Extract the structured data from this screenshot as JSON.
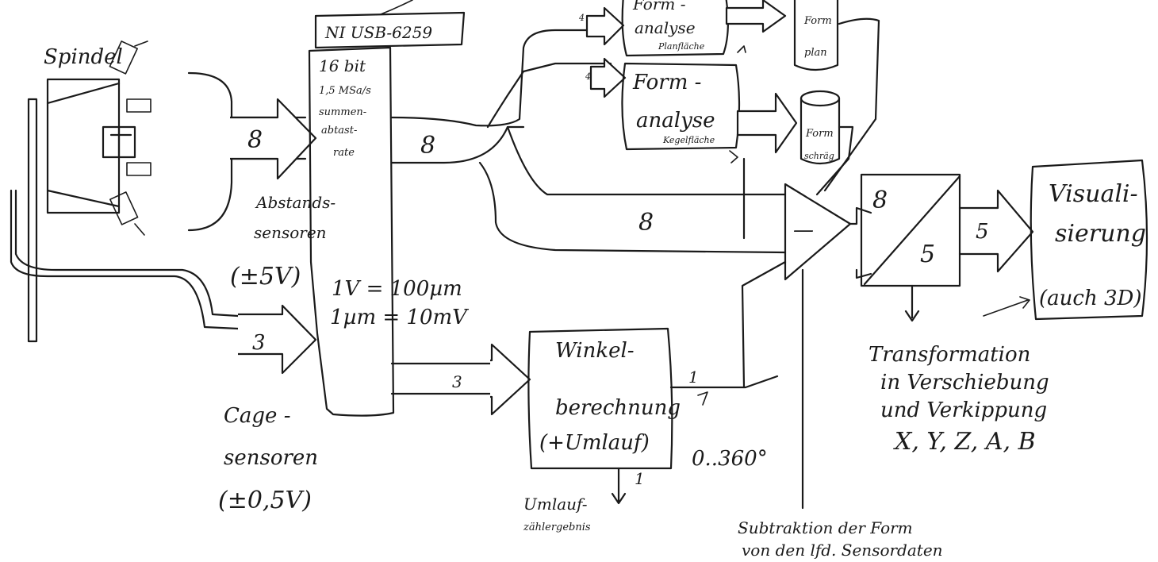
{
  "spindle": {
    "label": "Spindel"
  },
  "daq": {
    "device": "NI USB-6259",
    "spec_lines": [
      "16 bit",
      "1,5 MSa/s",
      "summen-",
      "abtast-",
      "rate"
    ]
  },
  "distance_sensors": {
    "count": "8",
    "label_lines": [
      "Abstands-",
      "sensoren",
      "(±5V)"
    ]
  },
  "cage_sensors": {
    "count": "3",
    "label_lines": [
      "Cage -",
      "sensoren",
      "(±0,5V)"
    ]
  },
  "scaling": {
    "line1": "1V = 100µm",
    "line2": "1µm = 10mV"
  },
  "channels": {
    "to_form": "8",
    "to_subtract": "8",
    "to_angle": "3",
    "form_top": "4",
    "form_bottom": "4"
  },
  "form_analysis_plane": {
    "title_lines": [
      "Form -",
      "analyse"
    ],
    "note": "Planfläche"
  },
  "form_analysis_cone": {
    "title_lines": [
      "Form -",
      "analyse"
    ],
    "note": "Kegelfläche"
  },
  "store_plane": {
    "lines": [
      "Form",
      "plan"
    ]
  },
  "store_cone": {
    "lines": [
      "Form",
      "schräg"
    ]
  },
  "angle_calc": {
    "lines": [
      "Winkel-",
      "berechnung",
      "(+Umlauf)"
    ],
    "out_value": "1",
    "range": "0..360°"
  },
  "revolution": {
    "lines": [
      "Umlauf-",
      "zählergebnis"
    ],
    "value": "1"
  },
  "subtract": {
    "symbol": "—",
    "caption_lines": [
      "Subtraktion der Form",
      "von den lfd. Sensordaten"
    ]
  },
  "transform": {
    "in": "8",
    "out": "5",
    "caption_lines": [
      "Transformation",
      "in Verschiebung",
      "und Verkippung",
      "X, Y, Z, A, B"
    ]
  },
  "visualization": {
    "channels": "5",
    "lines": [
      "Visuali-",
      "sierung",
      "(auch 3D)"
    ]
  }
}
